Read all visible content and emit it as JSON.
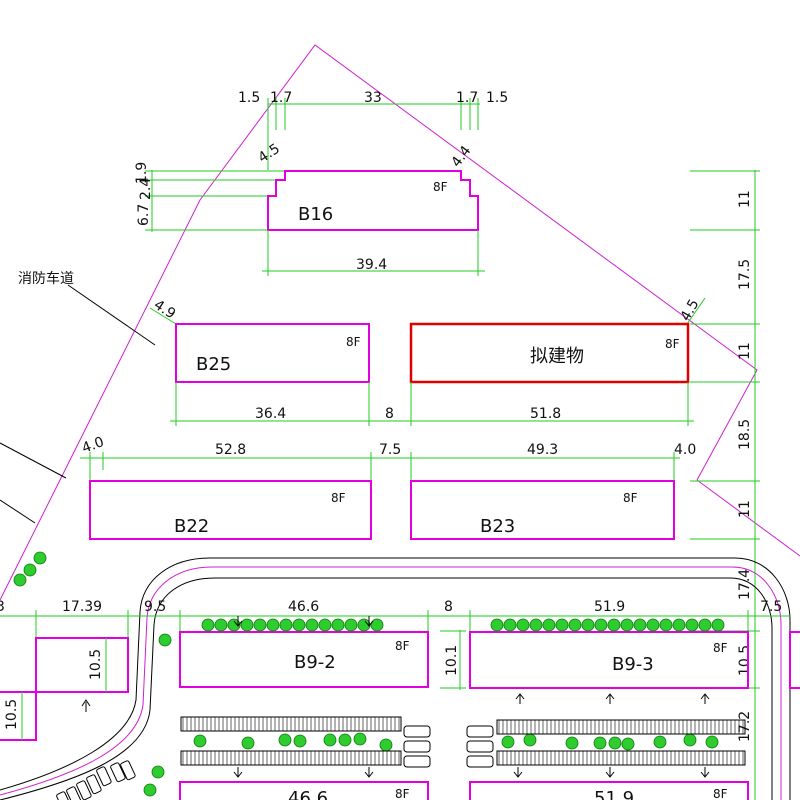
{
  "colors": {
    "proposed": "#e00000",
    "existing": "#e000e0",
    "dimension": "#22cc22",
    "site_line": "#d020d0",
    "tree": "#2ecc2e"
  },
  "labels": {
    "fire_lane": "消防车道"
  },
  "buildings": {
    "b16": {
      "name": "B16",
      "floors": "8F"
    },
    "b25": {
      "name": "B25",
      "floors": "8F"
    },
    "proposed": {
      "name": "拟建物",
      "floors": "8F"
    },
    "b22": {
      "name": "B22",
      "floors": "8F"
    },
    "b23": {
      "name": "B23",
      "floors": "8F"
    },
    "b9_2": {
      "name": "B9-2",
      "floors": "8F"
    },
    "b9_3": {
      "name": "B9-3",
      "floors": "8F"
    },
    "bottom_left": {
      "name": "46.6",
      "floors": "8F"
    },
    "bottom_right": {
      "name": "51.9",
      "floors": "8F"
    }
  },
  "dims": {
    "top": [
      "1.5",
      "1.7",
      "33",
      "1.7",
      "1.5"
    ],
    "b16_left": [
      "1.9",
      "2.4",
      "6.7"
    ],
    "b16_chamfer_left": "4.5",
    "b16_chamfer_right": "4.4",
    "b16_width": "39.4",
    "row2_chamfer_left": "4.9",
    "row2_chamfer_right": "4.5",
    "b25_width": "36.4",
    "gap_row2": "8",
    "proposed_width": "51.8",
    "row3_left": "4.0",
    "b22_width": "52.8",
    "gap_row3": "7.5",
    "b23_width": "49.3",
    "row3_right": "4.0",
    "right_col": [
      "11",
      "17.5",
      "11",
      "18.5",
      "11",
      "17.4",
      "17.2"
    ],
    "row4_left_cut": "3",
    "row4_a": "17.39",
    "row4_b": "9.5",
    "b9_2_width": "46.6",
    "gap_row4": "8",
    "b9_3_width": "51.9",
    "row4_right": "7.5",
    "left_block_h": "10.5",
    "left_block_h2": "10.5",
    "b9_2_height": "10.1",
    "b9_3_height": "10.5"
  }
}
